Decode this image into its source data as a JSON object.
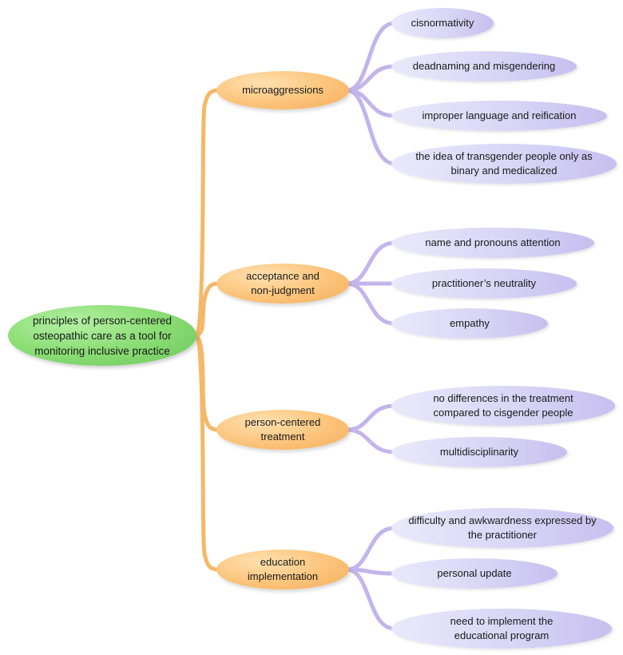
{
  "root": {
    "label": "principles of person-centered osteopathic care as a tool for monitoring inclusive practice",
    "color": "#8edf78"
  },
  "categories": [
    {
      "label": "microaggressions",
      "items": [
        "cisnormativity",
        "deadnaming and misgendering",
        "improper language and reification",
        "the idea of transgender people only as binary and medicalized"
      ]
    },
    {
      "label": "acceptance and non-judgment",
      "items": [
        "name and pronouns attention",
        "practitioner’s neutrality",
        "empathy"
      ]
    },
    {
      "label": "person-centered treatment",
      "items": [
        "no differences in the treatment compared to cisgender people",
        "multidisciplinarity"
      ]
    },
    {
      "label": "education implementation",
      "items": [
        "difficulty and awkwardness expressed by the practitioner",
        "personal update",
        "need to implement the educational program"
      ]
    }
  ],
  "colors": {
    "root": "#8edf78",
    "category": "#fcc67e",
    "leaf": "#d9d6f6",
    "root_link": "#f5b868",
    "leaf_link": "#c4b4ec"
  }
}
